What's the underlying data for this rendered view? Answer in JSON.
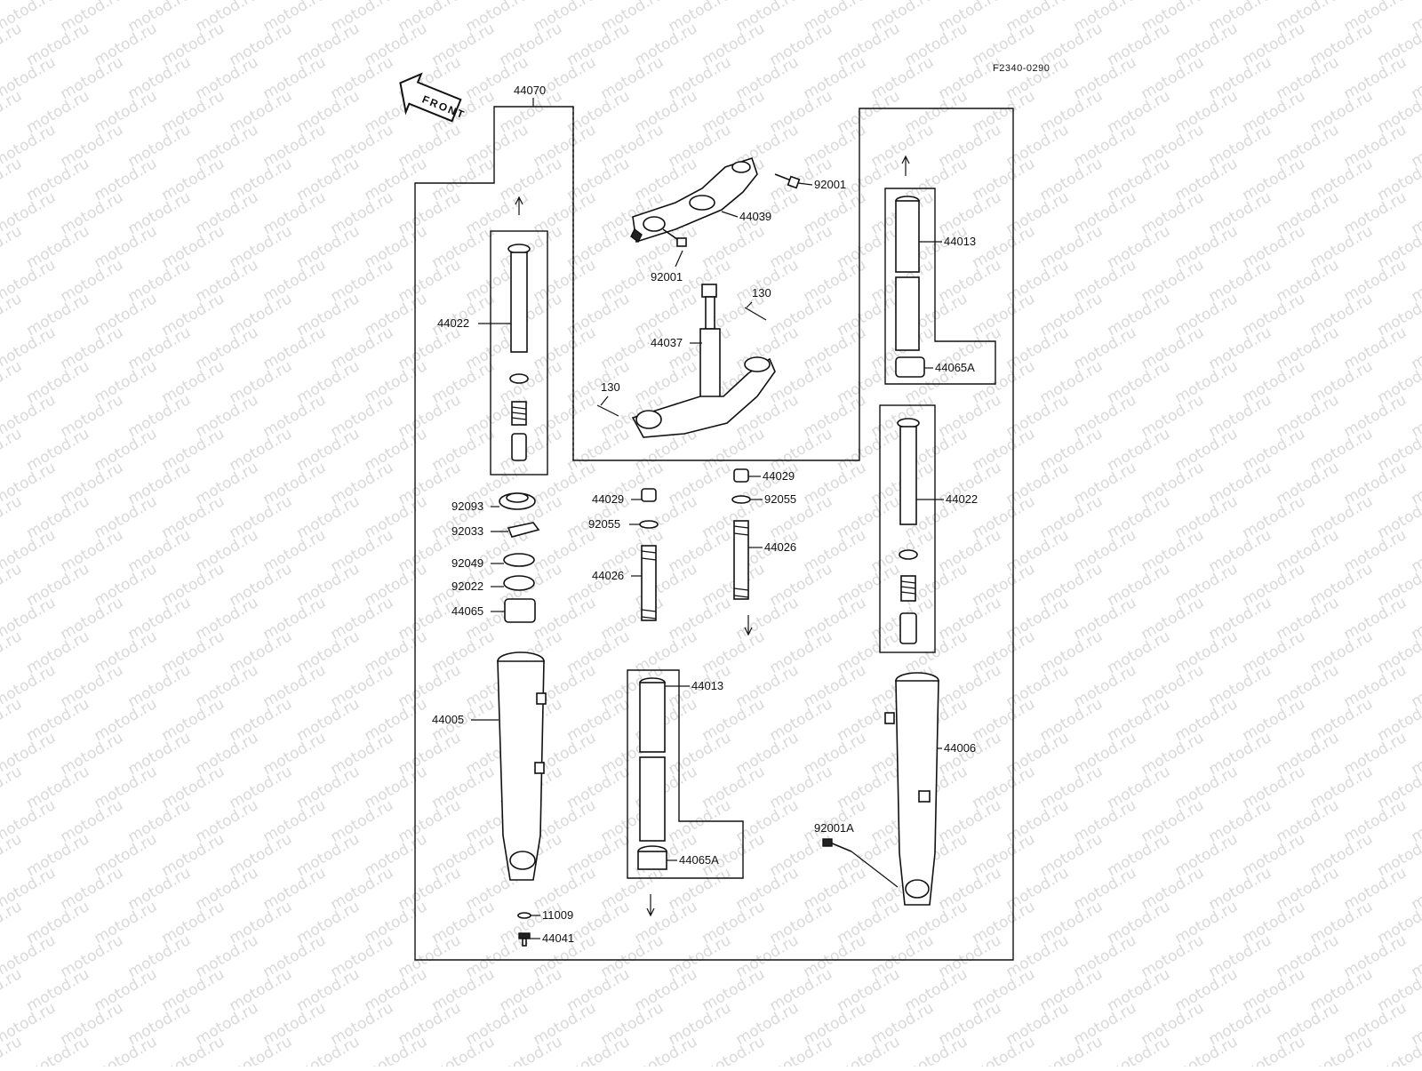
{
  "diagram": {
    "code": "F2340-0290",
    "front_label": "FRONT",
    "watermark": "motod.ru",
    "colors": {
      "line": "#111111",
      "watermark": "#d9d9d9",
      "background": "#ffffff"
    },
    "callouts": [
      {
        "key": "44070",
        "text": "44070"
      },
      {
        "key": "92001a",
        "text": "92001"
      },
      {
        "key": "44039",
        "text": "44039"
      },
      {
        "key": "92001b",
        "text": "92001"
      },
      {
        "key": "130a",
        "text": "130"
      },
      {
        "key": "44037",
        "text": "44037"
      },
      {
        "key": "130b",
        "text": "130"
      },
      {
        "key": "44022L",
        "text": "44022"
      },
      {
        "key": "44013R",
        "text": "44013"
      },
      {
        "key": "44065AR",
        "text": "44065A"
      },
      {
        "key": "44022R",
        "text": "44022"
      },
      {
        "key": "44029L",
        "text": "44029"
      },
      {
        "key": "92055L",
        "text": "92055"
      },
      {
        "key": "44026L",
        "text": "44026"
      },
      {
        "key": "44029R",
        "text": "44029"
      },
      {
        "key": "92055R",
        "text": "92055"
      },
      {
        "key": "44026R",
        "text": "44026"
      },
      {
        "key": "92093",
        "text": "92093"
      },
      {
        "key": "92033",
        "text": "92033"
      },
      {
        "key": "92049",
        "text": "92049"
      },
      {
        "key": "92022",
        "text": "92022"
      },
      {
        "key": "44065",
        "text": "44065"
      },
      {
        "key": "44005",
        "text": "44005"
      },
      {
        "key": "44013C",
        "text": "44013"
      },
      {
        "key": "44065AC",
        "text": "44065A"
      },
      {
        "key": "44006",
        "text": "44006"
      },
      {
        "key": "92001A",
        "text": "92001A"
      },
      {
        "key": "11009",
        "text": "11009"
      },
      {
        "key": "44041",
        "text": "44041"
      }
    ]
  }
}
